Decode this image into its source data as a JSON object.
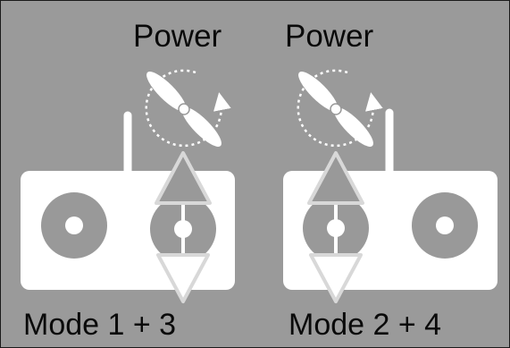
{
  "panels": [
    {
      "power_label": "Power",
      "mode_label": "Mode 1 + 3"
    },
    {
      "power_label": "Power",
      "mode_label": "Mode 2 + 4"
    }
  ],
  "colors": {
    "background": "#9a9a9a",
    "transmitter": "#ffffff",
    "stick": "#999999",
    "arrow_fill": "#999999",
    "arrow_stroke": "#d8d8d8",
    "text": "#0a0a0a"
  },
  "icons": [
    "propeller-icon",
    "rotation-arrow-icon",
    "antenna-icon",
    "throttle-stick-icon",
    "up-arrow-icon",
    "down-arrow-icon"
  ]
}
